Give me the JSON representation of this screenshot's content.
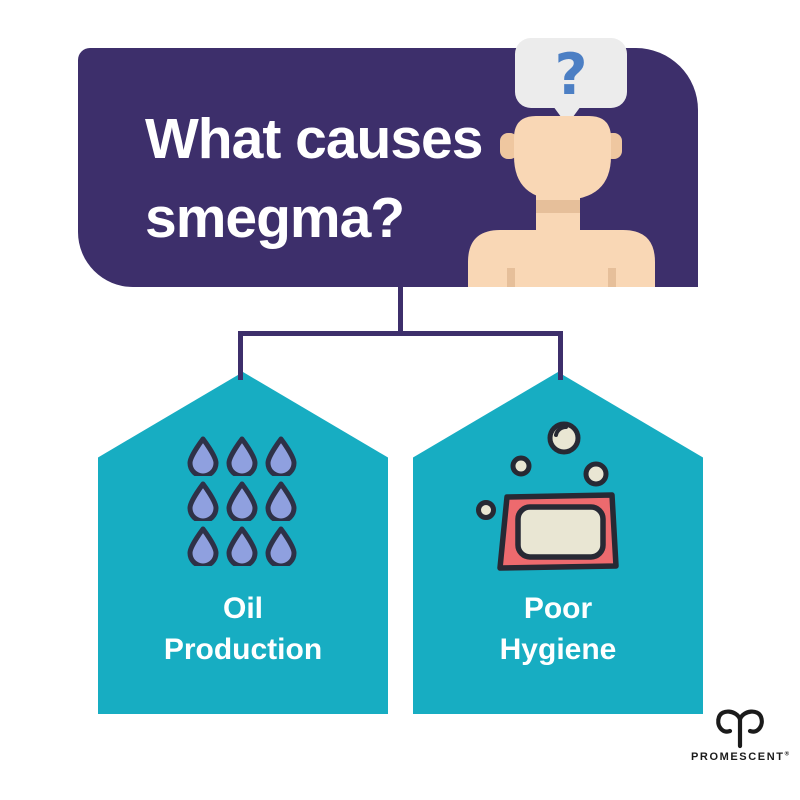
{
  "header": {
    "title_lines": [
      "What causes",
      "smegma?"
    ],
    "bg_color": "#3D2F6B",
    "text_color": "#FFFFFF"
  },
  "thought_bubble": {
    "question_mark": "?",
    "bubble_color": "#ECECEC",
    "question_color": "#4C7FC4"
  },
  "person": {
    "skin_color": "#F9D7B5",
    "shadow_color": "#E6BF9A"
  },
  "connector_color": "#3D2F6B",
  "causes": [
    {
      "id": "oil-production",
      "lines": [
        "Oil",
        "Production"
      ],
      "box_color": "#17ADC2",
      "icon": "droplets-icon",
      "droplet_count": 9,
      "droplet_fill": "#8FA0DF",
      "droplet_outline": "#2E3147"
    },
    {
      "id": "poor-hygiene",
      "lines": [
        "Poor",
        "Hygiene"
      ],
      "box_color": "#17ADC2",
      "icon": "soap-bubbles-icon",
      "soap_color": "#ED6A6E",
      "soap_bar_color": "#E9E6D3",
      "icon_outline": "#272934"
    }
  ],
  "footer": {
    "brand": "PROMESCENT",
    "reg": "®",
    "logo": "promescent-ram-icon",
    "color": "#1B1B1B"
  }
}
